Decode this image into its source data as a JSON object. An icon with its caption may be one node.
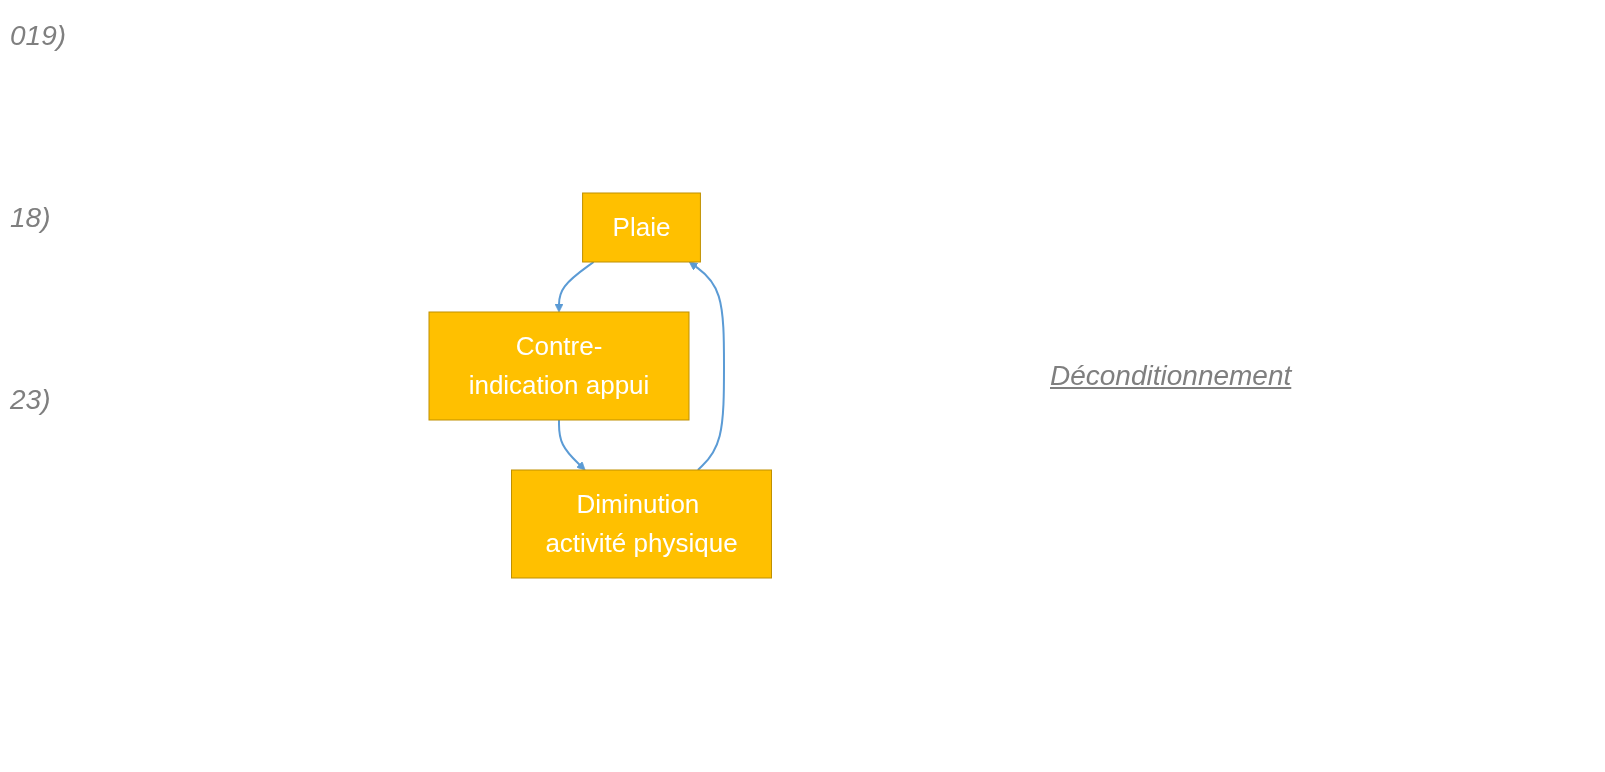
{
  "diagram": {
    "nodes": [
      {
        "text": [
          "Plaie"
        ]
      },
      {
        "text": [
          "Contre-indication appui"
        ]
      },
      {
        "text": [
          "Diminution activité physique"
        ]
      }
    ],
    "edges": [
      {
        "from": 0,
        "to": 1,
        "arrow": "to"
      },
      {
        "from": 1,
        "to": 2,
        "arrow": "to"
      },
      {
        "from": 2,
        "to": 0,
        "arrow": "to"
      }
    ],
    "labels": [
      "019)",
      "18)",
      "23)",
      "Déconditionnement"
    ]
  }
}
